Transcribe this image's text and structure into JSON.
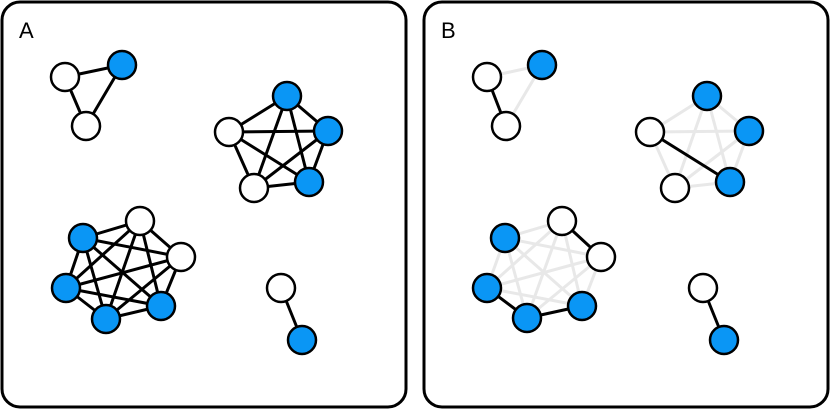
{
  "colors": {
    "background": "#ffffff",
    "panel_stroke": "#000000",
    "node_blue": "#0a96f5",
    "node_white": "#ffffff",
    "edge_active": "#000000",
    "edge_faded": "#e8e8e8"
  },
  "panels": [
    {
      "label": "A",
      "clusters": [
        {
          "nodes": [
            {
              "id": "a1",
              "fill": "white"
            },
            {
              "id": "a2",
              "fill": "blue"
            },
            {
              "id": "a3",
              "fill": "white"
            }
          ],
          "edges": [
            {
              "source": "a1",
              "target": "a2",
              "state": "active"
            },
            {
              "source": "a1",
              "target": "a3",
              "state": "active"
            },
            {
              "source": "a2",
              "target": "a3",
              "state": "active"
            }
          ]
        },
        {
          "nodes": [
            {
              "id": "p1",
              "fill": "white"
            },
            {
              "id": "p2",
              "fill": "blue"
            },
            {
              "id": "p3",
              "fill": "blue"
            },
            {
              "id": "p4",
              "fill": "blue"
            },
            {
              "id": "p5",
              "fill": "white"
            }
          ],
          "edges": [
            {
              "source": "p1",
              "target": "p2",
              "state": "active"
            },
            {
              "source": "p1",
              "target": "p3",
              "state": "active"
            },
            {
              "source": "p1",
              "target": "p4",
              "state": "active"
            },
            {
              "source": "p1",
              "target": "p5",
              "state": "active"
            },
            {
              "source": "p2",
              "target": "p3",
              "state": "active"
            },
            {
              "source": "p2",
              "target": "p4",
              "state": "active"
            },
            {
              "source": "p2",
              "target": "p5",
              "state": "active"
            },
            {
              "source": "p3",
              "target": "p4",
              "state": "active"
            },
            {
              "source": "p3",
              "target": "p5",
              "state": "active"
            },
            {
              "source": "p4",
              "target": "p5",
              "state": "active"
            }
          ]
        },
        {
          "nodes": [
            {
              "id": "h1",
              "fill": "white"
            },
            {
              "id": "h2",
              "fill": "white"
            },
            {
              "id": "h3",
              "fill": "blue"
            },
            {
              "id": "h4",
              "fill": "blue"
            },
            {
              "id": "h5",
              "fill": "blue"
            },
            {
              "id": "h6",
              "fill": "blue"
            }
          ],
          "edges": [
            {
              "source": "h1",
              "target": "h2",
              "state": "active"
            },
            {
              "source": "h1",
              "target": "h3",
              "state": "active"
            },
            {
              "source": "h1",
              "target": "h4",
              "state": "active"
            },
            {
              "source": "h1",
              "target": "h5",
              "state": "active"
            },
            {
              "source": "h1",
              "target": "h6",
              "state": "active"
            },
            {
              "source": "h2",
              "target": "h3",
              "state": "active"
            },
            {
              "source": "h2",
              "target": "h4",
              "state": "active"
            },
            {
              "source": "h2",
              "target": "h5",
              "state": "active"
            },
            {
              "source": "h2",
              "target": "h6",
              "state": "active"
            },
            {
              "source": "h3",
              "target": "h4",
              "state": "active"
            },
            {
              "source": "h3",
              "target": "h5",
              "state": "active"
            },
            {
              "source": "h3",
              "target": "h6",
              "state": "active"
            },
            {
              "source": "h4",
              "target": "h5",
              "state": "active"
            },
            {
              "source": "h4",
              "target": "h6",
              "state": "active"
            },
            {
              "source": "h5",
              "target": "h6",
              "state": "active"
            }
          ]
        },
        {
          "nodes": [
            {
              "id": "d1",
              "fill": "white"
            },
            {
              "id": "d2",
              "fill": "blue"
            }
          ],
          "edges": [
            {
              "source": "d1",
              "target": "d2",
              "state": "active"
            }
          ]
        }
      ]
    },
    {
      "label": "B",
      "clusters": [
        {
          "nodes": [
            {
              "id": "a1",
              "fill": "white"
            },
            {
              "id": "a2",
              "fill": "blue"
            },
            {
              "id": "a3",
              "fill": "white"
            }
          ],
          "edges": [
            {
              "source": "a1",
              "target": "a2",
              "state": "faded"
            },
            {
              "source": "a2",
              "target": "a3",
              "state": "faded"
            },
            {
              "source": "a1",
              "target": "a3",
              "state": "active"
            }
          ]
        },
        {
          "nodes": [
            {
              "id": "p1",
              "fill": "white"
            },
            {
              "id": "p2",
              "fill": "blue"
            },
            {
              "id": "p3",
              "fill": "blue"
            },
            {
              "id": "p4",
              "fill": "blue"
            },
            {
              "id": "p5",
              "fill": "white"
            }
          ],
          "edges": [
            {
              "source": "p1",
              "target": "p2",
              "state": "faded"
            },
            {
              "source": "p1",
              "target": "p3",
              "state": "faded"
            },
            {
              "source": "p1",
              "target": "p5",
              "state": "faded"
            },
            {
              "source": "p2",
              "target": "p3",
              "state": "faded"
            },
            {
              "source": "p2",
              "target": "p4",
              "state": "faded"
            },
            {
              "source": "p2",
              "target": "p5",
              "state": "faded"
            },
            {
              "source": "p3",
              "target": "p4",
              "state": "faded"
            },
            {
              "source": "p3",
              "target": "p5",
              "state": "faded"
            },
            {
              "source": "p4",
              "target": "p5",
              "state": "faded"
            },
            {
              "source": "p1",
              "target": "p4",
              "state": "active"
            }
          ]
        },
        {
          "nodes": [
            {
              "id": "h1",
              "fill": "white"
            },
            {
              "id": "h2",
              "fill": "white"
            },
            {
              "id": "h3",
              "fill": "blue"
            },
            {
              "id": "h4",
              "fill": "blue"
            },
            {
              "id": "h5",
              "fill": "blue"
            },
            {
              "id": "h6",
              "fill": "blue"
            }
          ],
          "edges": [
            {
              "source": "h1",
              "target": "h3",
              "state": "faded"
            },
            {
              "source": "h1",
              "target": "h4",
              "state": "faded"
            },
            {
              "source": "h1",
              "target": "h5",
              "state": "faded"
            },
            {
              "source": "h1",
              "target": "h6",
              "state": "faded"
            },
            {
              "source": "h2",
              "target": "h3",
              "state": "faded"
            },
            {
              "source": "h2",
              "target": "h4",
              "state": "faded"
            },
            {
              "source": "h2",
              "target": "h5",
              "state": "faded"
            },
            {
              "source": "h2",
              "target": "h6",
              "state": "faded"
            },
            {
              "source": "h3",
              "target": "h4",
              "state": "faded"
            },
            {
              "source": "h3",
              "target": "h5",
              "state": "faded"
            },
            {
              "source": "h3",
              "target": "h6",
              "state": "faded"
            },
            {
              "source": "h4",
              "target": "h6",
              "state": "faded"
            },
            {
              "source": "h1",
              "target": "h2",
              "state": "active"
            },
            {
              "source": "h4",
              "target": "h5",
              "state": "active"
            },
            {
              "source": "h5",
              "target": "h6",
              "state": "active"
            }
          ]
        },
        {
          "nodes": [
            {
              "id": "d1",
              "fill": "white"
            },
            {
              "id": "d2",
              "fill": "blue"
            }
          ],
          "edges": [
            {
              "source": "d1",
              "target": "d2",
              "state": "active"
            }
          ]
        }
      ]
    }
  ]
}
